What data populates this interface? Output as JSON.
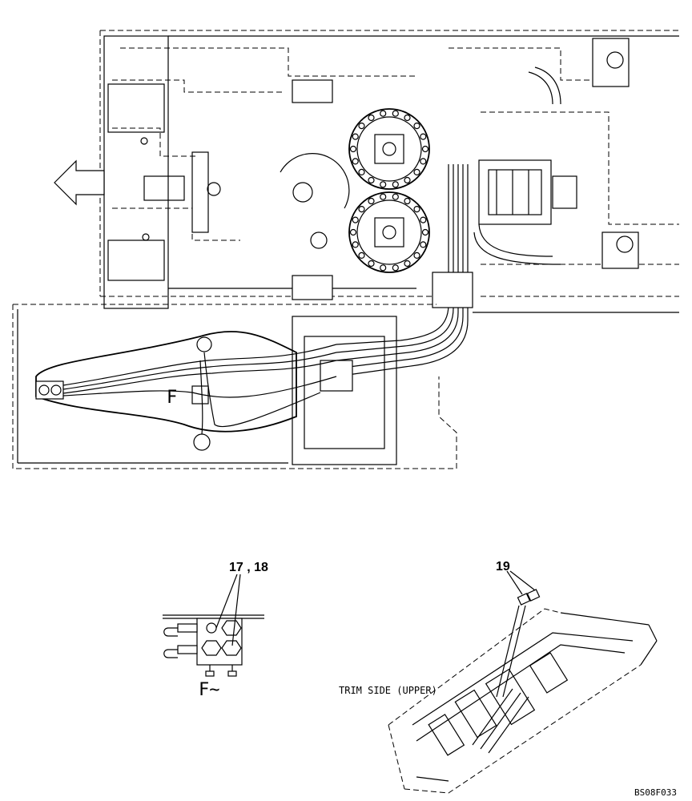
{
  "callouts": {
    "valve_parts": "17 , 18",
    "trim_part": "19"
  },
  "view_labels": {
    "main_view": "F",
    "detail_view": "F~"
  },
  "notes": {
    "trim_side": "TRIM SIDE (UPPER)"
  },
  "drawing_code": "BS08F033",
  "icons": {
    "direction_arrow": "left-arrow-icon"
  }
}
